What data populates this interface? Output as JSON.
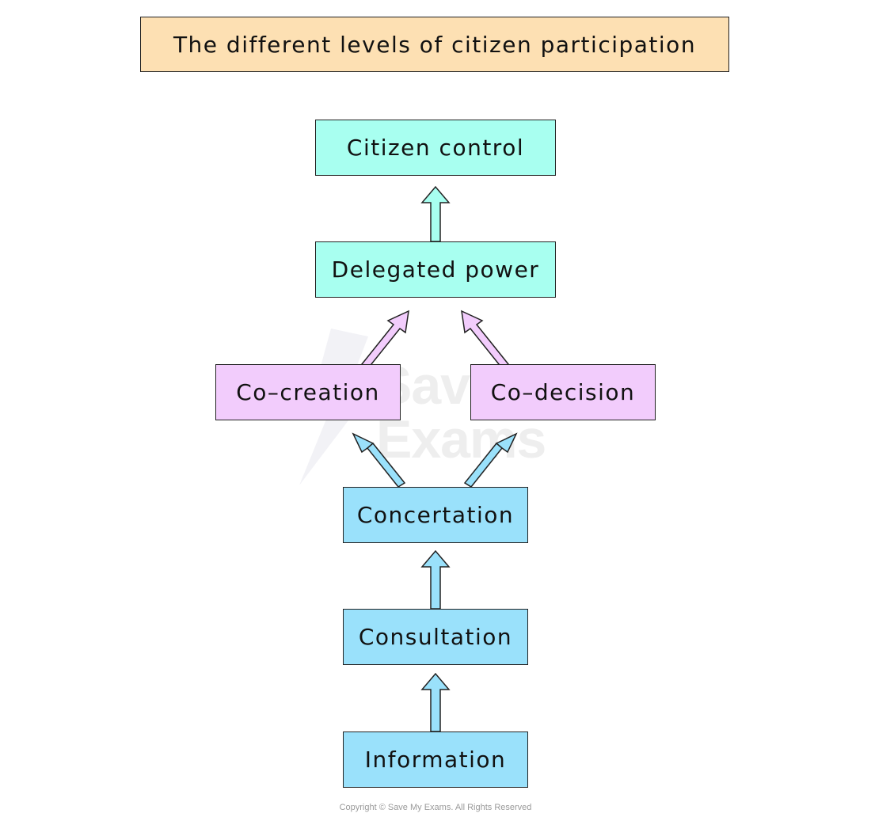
{
  "title": "The different levels of citizen participation",
  "colors": {
    "title_fill": "#fde0b3",
    "top_fill": "#a8fff0",
    "middle_fill": "#f2ccfc",
    "bottom_fill": "#9ae1fb",
    "stroke": "#222222"
  },
  "nodes": {
    "citizen_control": "Citizen control",
    "delegated_power": "Delegated power",
    "co_creation": "Co–creation",
    "co_decision": "Co–decision",
    "concertation": "Concertation",
    "consultation": "Consultation",
    "information": "Information"
  },
  "watermark": {
    "line1": "Save My",
    "line2": "Exams"
  },
  "copyright": "Copyright © Save My Exams. All Rights Reserved"
}
